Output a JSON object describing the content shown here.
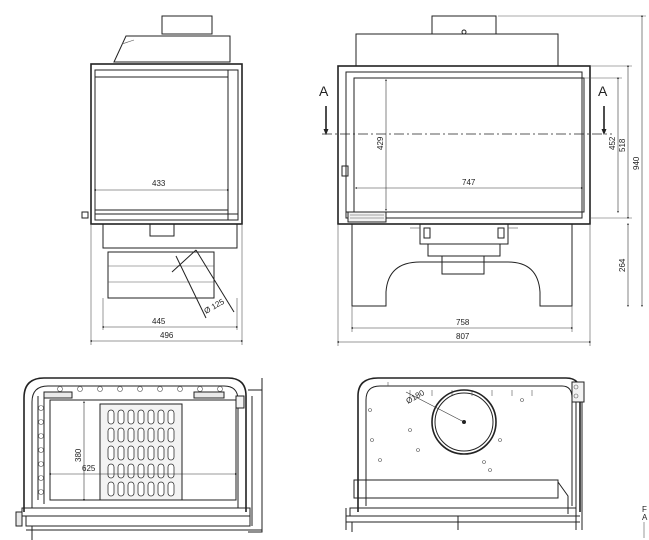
{
  "front_view": {
    "dims": {
      "inner_width": "433",
      "base_width": "445",
      "total_width": "496",
      "flue_diameter": "Ø 125"
    }
  },
  "side_view": {
    "section_marks": {
      "left": "A",
      "right": "A"
    },
    "dims": {
      "glass_height": "429",
      "glass_width": "747",
      "inner_height": "452",
      "firebox_height": "518",
      "total_height": "940",
      "leg_height": "264",
      "base_width": "758",
      "total_width": "807"
    }
  },
  "plan_left": {
    "dims": {
      "depth": "380",
      "width": "625"
    }
  },
  "plan_right": {
    "dims": {
      "outlet_diameter": "Ø180"
    }
  },
  "edge_fragments": {
    "line1": "F",
    "line2": "A"
  }
}
